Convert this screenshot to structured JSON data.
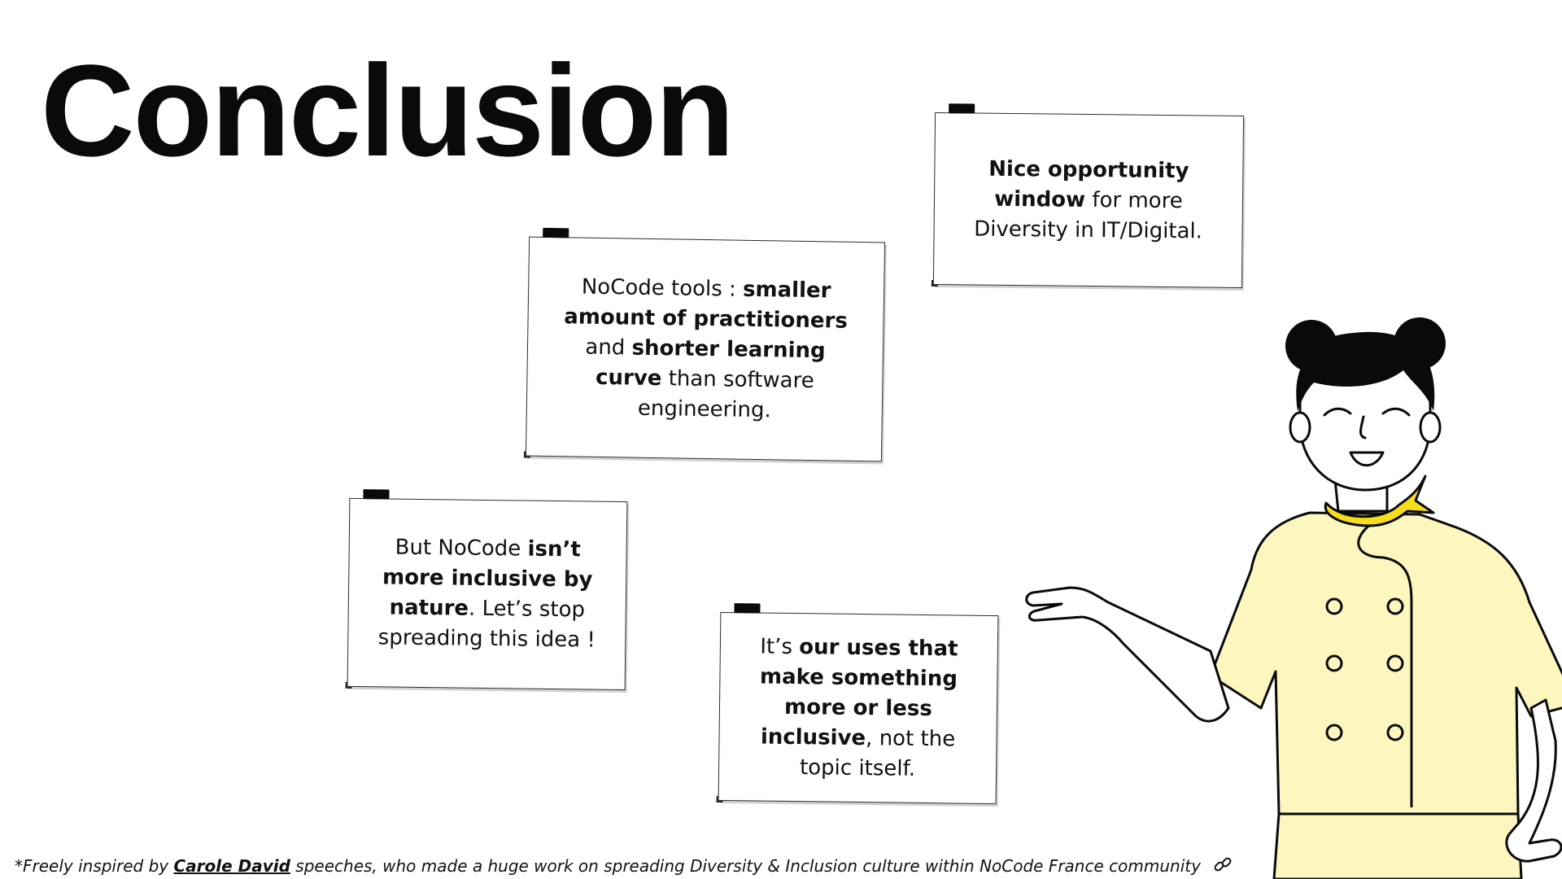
{
  "slide": {
    "title": "Conclusion"
  },
  "notes": [
    {
      "parts": [
        {
          "text": "Nice opportunity window",
          "bold": true
        },
        {
          "text": " for more Diversity in IT/Digital.",
          "bold": false
        }
      ]
    },
    {
      "parts": [
        {
          "text": "NoCode tools : ",
          "bold": false
        },
        {
          "text": "smaller amount of practitioners",
          "bold": true
        },
        {
          "text": " and ",
          "bold": false
        },
        {
          "text": "shorter learning curve",
          "bold": true
        },
        {
          "text": " than software engineering.",
          "bold": false
        }
      ]
    },
    {
      "parts": [
        {
          "text": "But NoCode ",
          "bold": false
        },
        {
          "text": "isn’t more inclusive by nature",
          "bold": true
        },
        {
          "text": ". Let’s stop spreading this idea !",
          "bold": false
        }
      ]
    },
    {
      "parts": [
        {
          "text": "It’s ",
          "bold": false
        },
        {
          "text": "our uses that make something more or less inclusive",
          "bold": true
        },
        {
          "text": ", not the topic itself.",
          "bold": false
        }
      ]
    }
  ],
  "footer": {
    "prefix": "*Freely inspired by ",
    "author": "Carole David",
    "suffix": " speeches, who made a huge work on spreading Diversity & Inclusion culture within NoCode France community",
    "icon": "link-icon"
  },
  "colors": {
    "uniform": "#fdf6be",
    "scarf": "#f5dc1e",
    "ink": "#0a0a0a"
  }
}
